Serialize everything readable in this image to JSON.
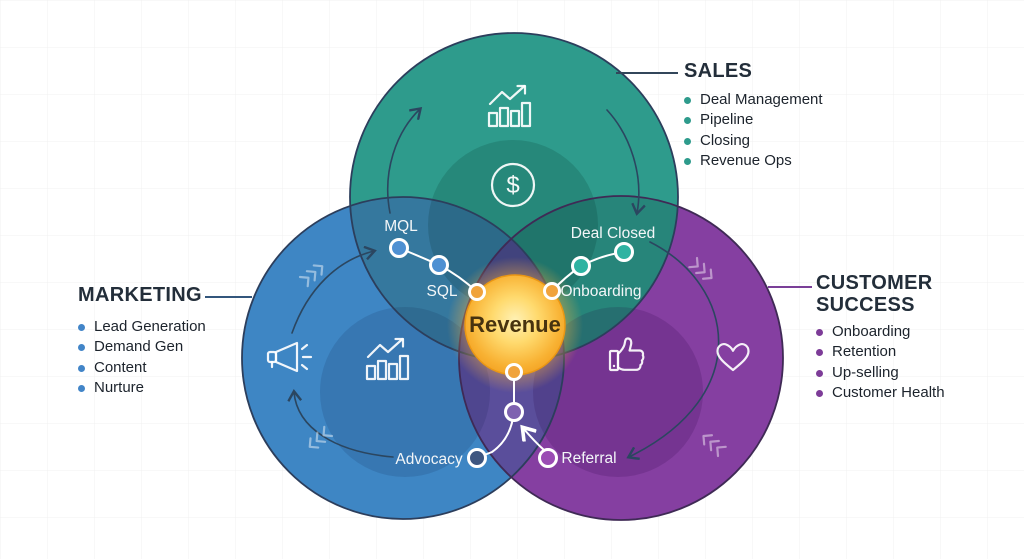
{
  "panels": {
    "sales": {
      "title": "SALES",
      "items": [
        "Deal Management",
        "Pipeline",
        "Closing",
        "Revenue Ops"
      ]
    },
    "marketing": {
      "title": "MARKETING",
      "items": [
        "Lead Generation",
        "Demand Gen",
        "Content",
        "Nurture"
      ]
    },
    "customer_success": {
      "title": "CUSTOMER SUCCESS",
      "items": [
        "Onboarding",
        "Retention",
        "Up-selling",
        "Customer Health"
      ]
    }
  },
  "diagram": {
    "center_label": "Revenue",
    "dollar_glyph": "$",
    "flow_labels": {
      "mql": "MQL",
      "sql": "SQL",
      "deal_closed": "Deal Closed",
      "onboarding": "Onboarding",
      "advocacy": "Advocacy",
      "referral": "Referral"
    },
    "icons": [
      "growth-chart-icon",
      "dollar-icon",
      "megaphone-icon",
      "bar-chart-icon",
      "thumbs-up-icon",
      "heart-icon"
    ],
    "colors": {
      "sales_circle": "#2E9B8C",
      "marketing_circle": "#3E86C4",
      "customer_success_circle": "#853FA1",
      "overlap_marketing_sales": "#35789E",
      "overlap_sales_cs": "#27857A",
      "overlap_marketing_cs": "#5A4E9B",
      "overlap_center": "#4E4990",
      "revenue_center": "#F5A623",
      "node_marketing": "#4E90D2",
      "node_sales": "#2FB3A2",
      "node_cs": "#9A4CB4"
    }
  }
}
